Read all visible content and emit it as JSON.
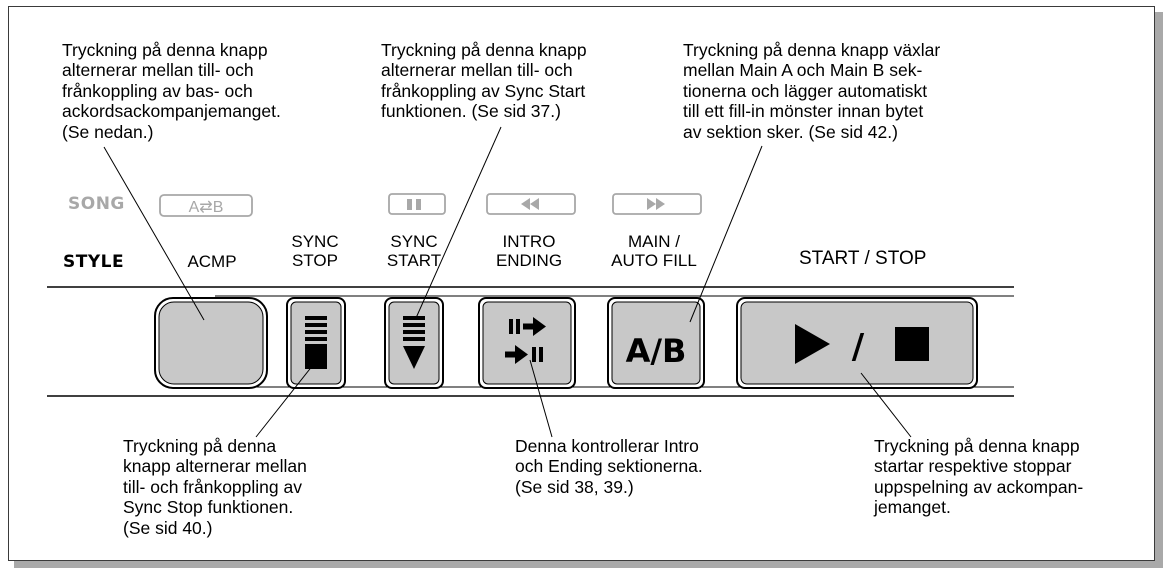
{
  "callouts": {
    "acmp": "Tryckning på denna knapp\nalternerar mellan till- och\nfrånkoppling av bas- och\nackordsackompanjemanget.\n(Se nedan.)",
    "sync_start": "Tryckning på denna knapp\nalternerar mellan till- och\nfrånkoppling av Sync Start\nfunktionen. (Se sid 37.)",
    "main_ab": "Tryckning på denna knapp växlar\nmellan Main A och Main B sek-\ntionerna och lägger automatiskt\ntill ett fill-in mönster innan bytet\nav sektion sker. (Se sid 42.)",
    "sync_stop": "Tryckning på denna\nknapp alternerar mellan\ntill- och frånkoppling av\nSync Stop funktionen.\n(Se sid 40.)",
    "intro_ending": "Denna kontrollerar Intro\noch Ending sektionerna.\n(Se sid 38, 39.)",
    "start_stop": "Tryckning på denna knapp\nstartar respektive stoppar\nuppspelning av ackompan-\njemanget."
  },
  "panel": {
    "song_label": "SONG",
    "style_label": "STYLE",
    "song_ab_symbol": "A⇄B",
    "acmp": "ACMP",
    "sync_stop": "SYNC\nSTOP",
    "sync_start": "SYNC\nSTART",
    "intro_ending": "INTRO\nENDING",
    "main_auto_fill": "MAIN /\nAUTO  FILL",
    "start_stop": "START / STOP",
    "ab_button_text": "A/B",
    "slash_text": "/"
  },
  "icons": {
    "song_ab": "a-b-repeat-icon",
    "pause": "pause-icon",
    "rewind": "rewind-icon",
    "fast_forward": "fast-forward-icon",
    "sync_stop": "sync-stop-icon",
    "sync_start": "sync-start-icon",
    "intro_ending": "intro-ending-icon",
    "play": "play-icon",
    "stop": "stop-icon"
  },
  "colors": {
    "button_face": "#c8c8c8",
    "song_gray": "#a8a8a8"
  }
}
